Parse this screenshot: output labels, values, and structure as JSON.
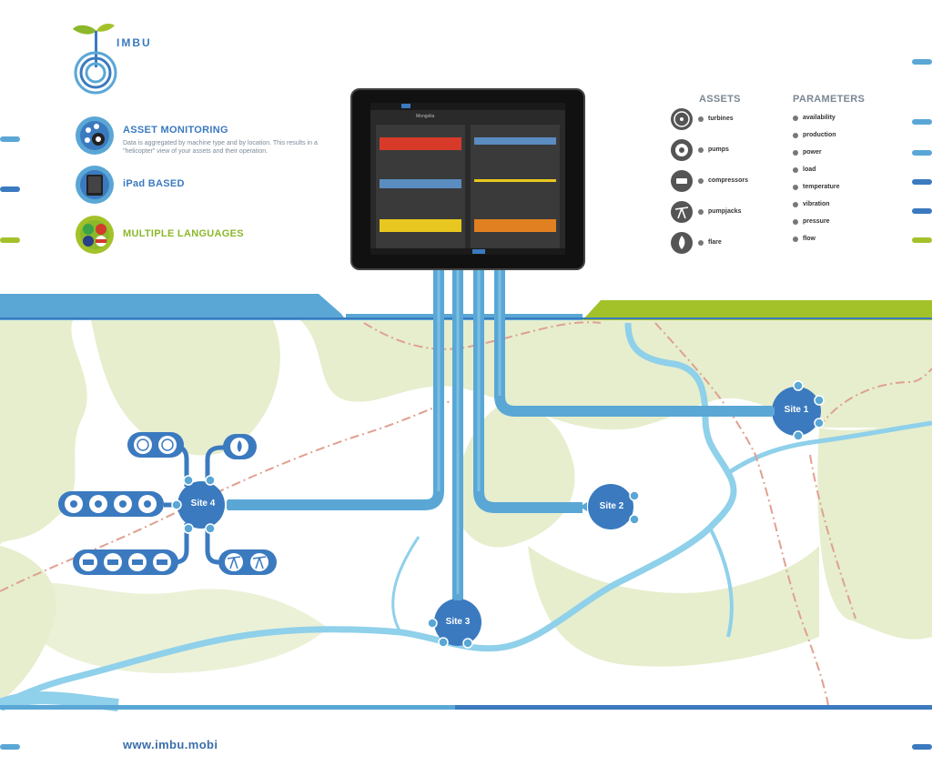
{
  "brand": {
    "logo_text": "IMBU",
    "url": "www.imbu.mobi"
  },
  "features": [
    {
      "title": "ASSET MONITORING",
      "description": "Data is aggregated by machine type and by location. This results in a \"helicopter\" view of your assets and their operation.",
      "icon": "monitoring-icon",
      "color": "#3b7abf"
    },
    {
      "title": "iPad BASED",
      "description": "",
      "icon": "ipad-icon",
      "color": "#3b7abf"
    },
    {
      "title": "MULTIPLE LANGUAGES",
      "description": "",
      "icon": "flags-icon",
      "color": "#8cb82b"
    }
  ],
  "assets": {
    "heading": "ASSETS",
    "items": [
      {
        "label": "turbines",
        "icon": "turbine-icon"
      },
      {
        "label": "pumps",
        "icon": "pump-icon"
      },
      {
        "label": "compressors",
        "icon": "compressor-icon"
      },
      {
        "label": "pumpjacks",
        "icon": "pumpjack-icon"
      },
      {
        "label": "flare",
        "icon": "flare-icon"
      }
    ]
  },
  "parameters": {
    "heading": "PARAMETERS",
    "items": [
      "availability",
      "production",
      "power",
      "load",
      "temperature",
      "vibration",
      "pressure",
      "flow"
    ]
  },
  "ipad": {
    "screen_title": "Mongolia"
  },
  "sites": {
    "site1": "Site 1",
    "site2": "Site 2",
    "site3": "Site 3",
    "site4": "Site 4"
  },
  "colors": {
    "blue": "#3b7abf",
    "light_blue": "#5aa7d6",
    "river": "#8fd0ea",
    "land": "#e6eecd",
    "green": "#a3c22a",
    "road": "#e0a090"
  }
}
